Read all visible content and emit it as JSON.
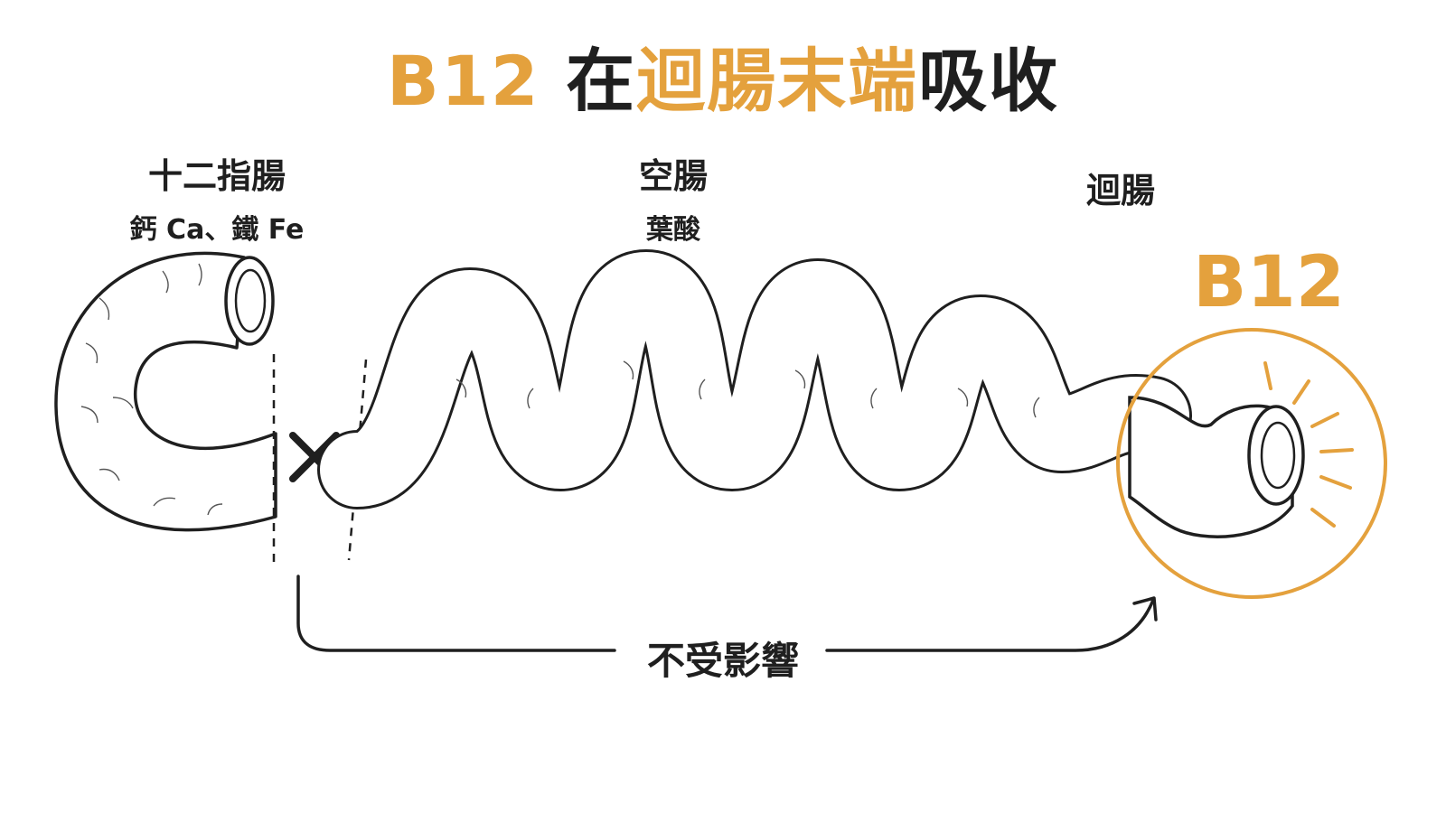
{
  "title": {
    "part1": "B12",
    "part2": " 在",
    "part3": "迴腸末端",
    "part4": "吸收"
  },
  "segments": {
    "duodenum": {
      "name": "十二指腸",
      "nutrients": "鈣 Ca、鐵 Fe"
    },
    "jejunum": {
      "name": "空腸",
      "nutrients": "葉酸"
    },
    "ileum": {
      "name": "迴腸"
    }
  },
  "highlight_label": "B12",
  "arrow_label": "不受影響",
  "colors": {
    "accent": "#E4A13D",
    "ink": "#1f1f1f"
  },
  "icons": {
    "cut_mark": "x-icon"
  }
}
